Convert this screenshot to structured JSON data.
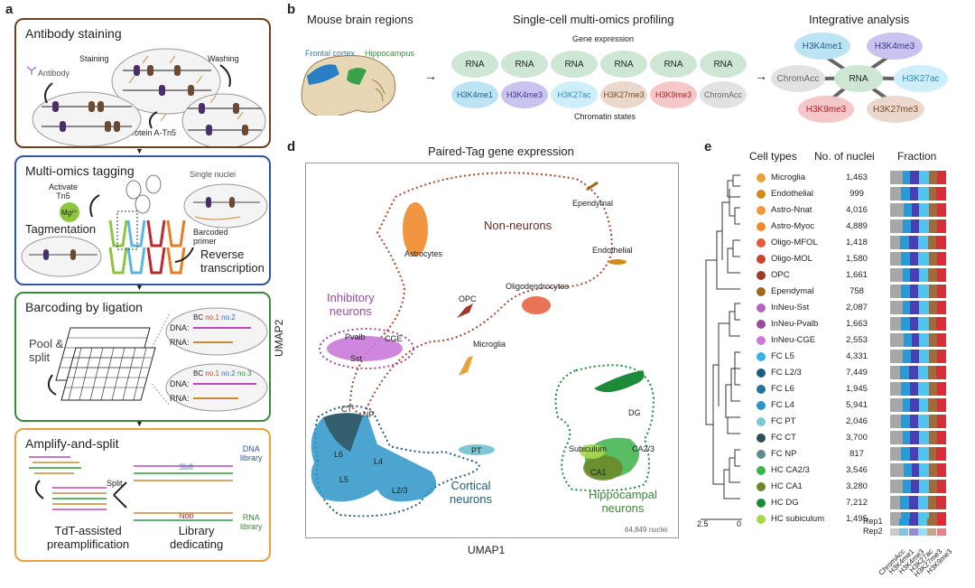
{
  "panel_labels": {
    "a": "a",
    "b": "b",
    "d": "d",
    "e": "e"
  },
  "a": {
    "box1": {
      "title": "Antibody staining",
      "staining": "Staining",
      "washing": "Washing",
      "antibody": "Antibody",
      "protein": "Protein A-Tn5",
      "color": "#6b3f1f"
    },
    "box2": {
      "title": "Multi-omics tagging",
      "single_nuclei": "Single nuclei",
      "activate": "Activate\nTn5",
      "mg": "Mg²⁺",
      "tagmentation": "Tagmentation",
      "barcoded": "Barcoded\nprimer",
      "rt": "Reverse\ntranscription",
      "color": "#2f55a4"
    },
    "box3": {
      "title": "Barcoding by ligation",
      "pool": "Pool &\nsplit",
      "dna": "DNA:",
      "rna": "RNA:",
      "bc1": "BC",
      "no1": "no.1",
      "no2": "no.2",
      "bc2": "BC",
      "no1b": "no.1",
      "no2b": "no.2",
      "no3": "no.3",
      "color": "#3a8a3a"
    },
    "box4": {
      "title": "Amplify-and-split",
      "split": "Split",
      "sbfi": "SbfI",
      "noti": "NotI",
      "dna_lib": "DNA\nlibrary",
      "rna_lib": "RNA\nlibrary",
      "tdt": "TdT-assisted\npreamplification",
      "lib": "Library\ndedicating",
      "color": "#e8a23a"
    }
  },
  "b": {
    "mouse_title": "Mouse brain regions",
    "frontal": "Frontal cortex",
    "hippo": "Hippocampus",
    "profiling_title": "Single-cell multi-omics profiling",
    "gene_expr": "Gene expression",
    "chrom_states": "Chromatin states",
    "rna": "RNA",
    "marks": [
      {
        "label": "H3K4me1",
        "color": "#bde4f4",
        "text": "#1f5b8a"
      },
      {
        "label": "H3K4me3",
        "color": "#c9c4ef",
        "text": "#3b3590"
      },
      {
        "label": "H3K27ac",
        "color": "#cfeefb",
        "text": "#2a8fbf"
      },
      {
        "label": "H3K27me3",
        "color": "#ead8cc",
        "text": "#7a4a2a"
      },
      {
        "label": "H3K9me3",
        "color": "#f6c7c9",
        "text": "#b02028"
      },
      {
        "label": "ChromAcc",
        "color": "#e2e2e2",
        "text": "#666"
      }
    ],
    "integ_title": "Integrative analysis"
  },
  "d": {
    "title": "Paired-Tag gene expression",
    "xlabel": "UMAP1",
    "ylabel": "UMAP2",
    "nuclei": "64,849 nuclei",
    "groups": {
      "non": "Non-neurons",
      "inh": "Inhibitory\nneurons",
      "cort": "Cortical\nneurons",
      "hip": "Hippocampal\nneurons"
    },
    "clusters": {
      "ependymal": "Ependymal",
      "astro": "Astrocytes",
      "endo": "Endothelial",
      "opc": "OPC",
      "oligo": "Oligodendrocytes",
      "micro": "Microglia",
      "pvalb": "Pvalb",
      "cge": "CGE",
      "sst": "Sst",
      "ct": "CT",
      "np": "NP",
      "l6": "L6",
      "l4": "L4",
      "l5": "L5",
      "l23": "L2/3",
      "pt": "PT",
      "dg": "DG",
      "sub": "Subiculum",
      "ca23": "CA2/3",
      "ca1": "CA1"
    }
  },
  "e": {
    "h_celltypes": "Cell types",
    "h_nuclei": "No. of nuclei",
    "h_fraction": "Fraction",
    "rows": [
      {
        "name": "Microglia",
        "n": "1,463",
        "color": "#e8a23a"
      },
      {
        "name": "Endothelial",
        "n": "999",
        "color": "#d18a1c"
      },
      {
        "name": "Astro-Nnat",
        "n": "4,016",
        "color": "#f29a38"
      },
      {
        "name": "Astro-Myoc",
        "n": "4,889",
        "color": "#f08a2c"
      },
      {
        "name": "Oligo-MFOL",
        "n": "1,418",
        "color": "#e55a3a"
      },
      {
        "name": "Oligo-MOL",
        "n": "1,580",
        "color": "#c9442d"
      },
      {
        "name": "OPC",
        "n": "1,661",
        "color": "#9e3a26"
      },
      {
        "name": "Ependymal",
        "n": "758",
        "color": "#9b6a1a"
      },
      {
        "name": "InNeu-Sst",
        "n": "2,087",
        "color": "#b464c0"
      },
      {
        "name": "InNeu-Pvalb",
        "n": "1,663",
        "color": "#9a4aa0"
      },
      {
        "name": "InNeu-CGE",
        "n": "2,553",
        "color": "#d07ad8"
      },
      {
        "name": "FC L5",
        "n": "4,331",
        "color": "#35b3e6"
      },
      {
        "name": "FC L2/3",
        "n": "7,449",
        "color": "#1d5d7e"
      },
      {
        "name": "FC L6",
        "n": "1,945",
        "color": "#29739a"
      },
      {
        "name": "FC L4",
        "n": "5,941",
        "color": "#2b95c8"
      },
      {
        "name": "FC PT",
        "n": "2,046",
        "color": "#7bc7d3"
      },
      {
        "name": "FC CT",
        "n": "3,700",
        "color": "#2e4e55"
      },
      {
        "name": "FC NP",
        "n": "817",
        "color": "#5f8a8e"
      },
      {
        "name": "HC CA2/3",
        "n": "3,546",
        "color": "#3cb24a"
      },
      {
        "name": "HC CA1",
        "n": "3,280",
        "color": "#6a8a2a"
      },
      {
        "name": "HC DG",
        "n": "7,212",
        "color": "#1d8a3a"
      },
      {
        "name": "HC subiculum",
        "n": "1,495",
        "color": "#a6d84a"
      }
    ],
    "rep1": "Rep1",
    "rep2": "Rep2",
    "scale": [
      "2.5",
      "0"
    ],
    "frac_legend": [
      "ChromAcc",
      "H3K4me1",
      "H3K4me3",
      "H3K27ac",
      "H3K27me3",
      "H3K9me3"
    ],
    "frac_colors": [
      "#a7a7a7",
      "#2a9ad6",
      "#4a3fb2",
      "#52c5ef",
      "#a06a3a",
      "#d5303a"
    ]
  }
}
